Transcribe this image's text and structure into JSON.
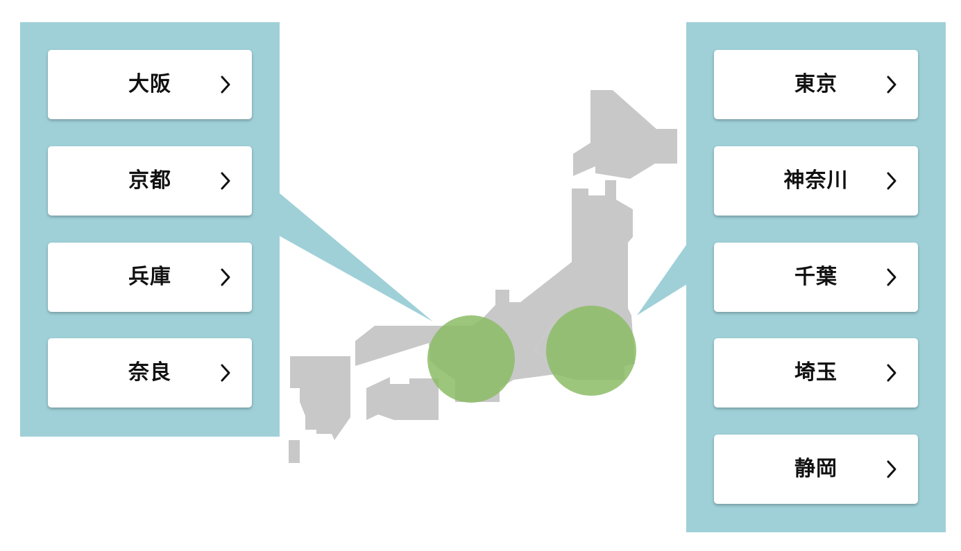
{
  "colors": {
    "panel": "#9fd0d8",
    "map_land": "#c8c8c8",
    "highlight": "#8cbc66",
    "button_bg": "#ffffff",
    "button_text": "#111111"
  },
  "left_panel": {
    "region": "kansai",
    "buttons": [
      {
        "label": "大阪",
        "icon": "chevron-right-icon"
      },
      {
        "label": "京都",
        "icon": "chevron-right-icon"
      },
      {
        "label": "兵庫",
        "icon": "chevron-right-icon"
      },
      {
        "label": "奈良",
        "icon": "chevron-right-icon"
      }
    ]
  },
  "right_panel": {
    "region": "kanto",
    "buttons": [
      {
        "label": "東京",
        "icon": "chevron-right-icon"
      },
      {
        "label": "神奈川",
        "icon": "chevron-right-icon"
      },
      {
        "label": "千葉",
        "icon": "chevron-right-icon"
      },
      {
        "label": "埼玉",
        "icon": "chevron-right-icon"
      },
      {
        "label": "静岡",
        "icon": "chevron-right-icon"
      }
    ]
  }
}
